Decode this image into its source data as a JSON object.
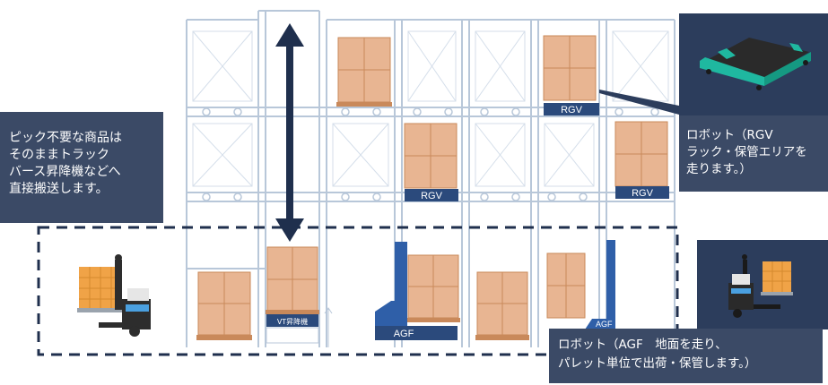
{
  "callout_left": {
    "lines": [
      "ピック不要な商品は",
      "そのままトラック",
      "バース昇降機などへ",
      "直接搬送します。"
    ]
  },
  "callout_rgv": {
    "lines": [
      "ロボット（RGV",
      "ラック・保管エリアを",
      "走ります。）"
    ]
  },
  "callout_agf": {
    "lines": [
      "ロボット（AGF　地面を走り、",
      "パレット単位で出荷・保管します。）"
    ]
  },
  "labels": {
    "rgv_top": "RGV",
    "rgv_mid1": "RGV",
    "rgv_mid2": "RGV",
    "agf": "AGF",
    "lift": "VT昇降機",
    "agf_partial": "AGF"
  },
  "colors": {
    "rack": "#b8c7d9",
    "pallet_box": "#e8b592",
    "pallet_wood": "#c9895a",
    "callout_bg": "#3b4a66",
    "robot_blue": "#2f5fa8",
    "arrow": "#1f2f4d",
    "dashed_border": "#1f2f4d"
  },
  "icons": [
    "double-arrow-icon",
    "forklift-robot-icon",
    "rgv-robot-icon",
    "agf-robot-icon"
  ]
}
